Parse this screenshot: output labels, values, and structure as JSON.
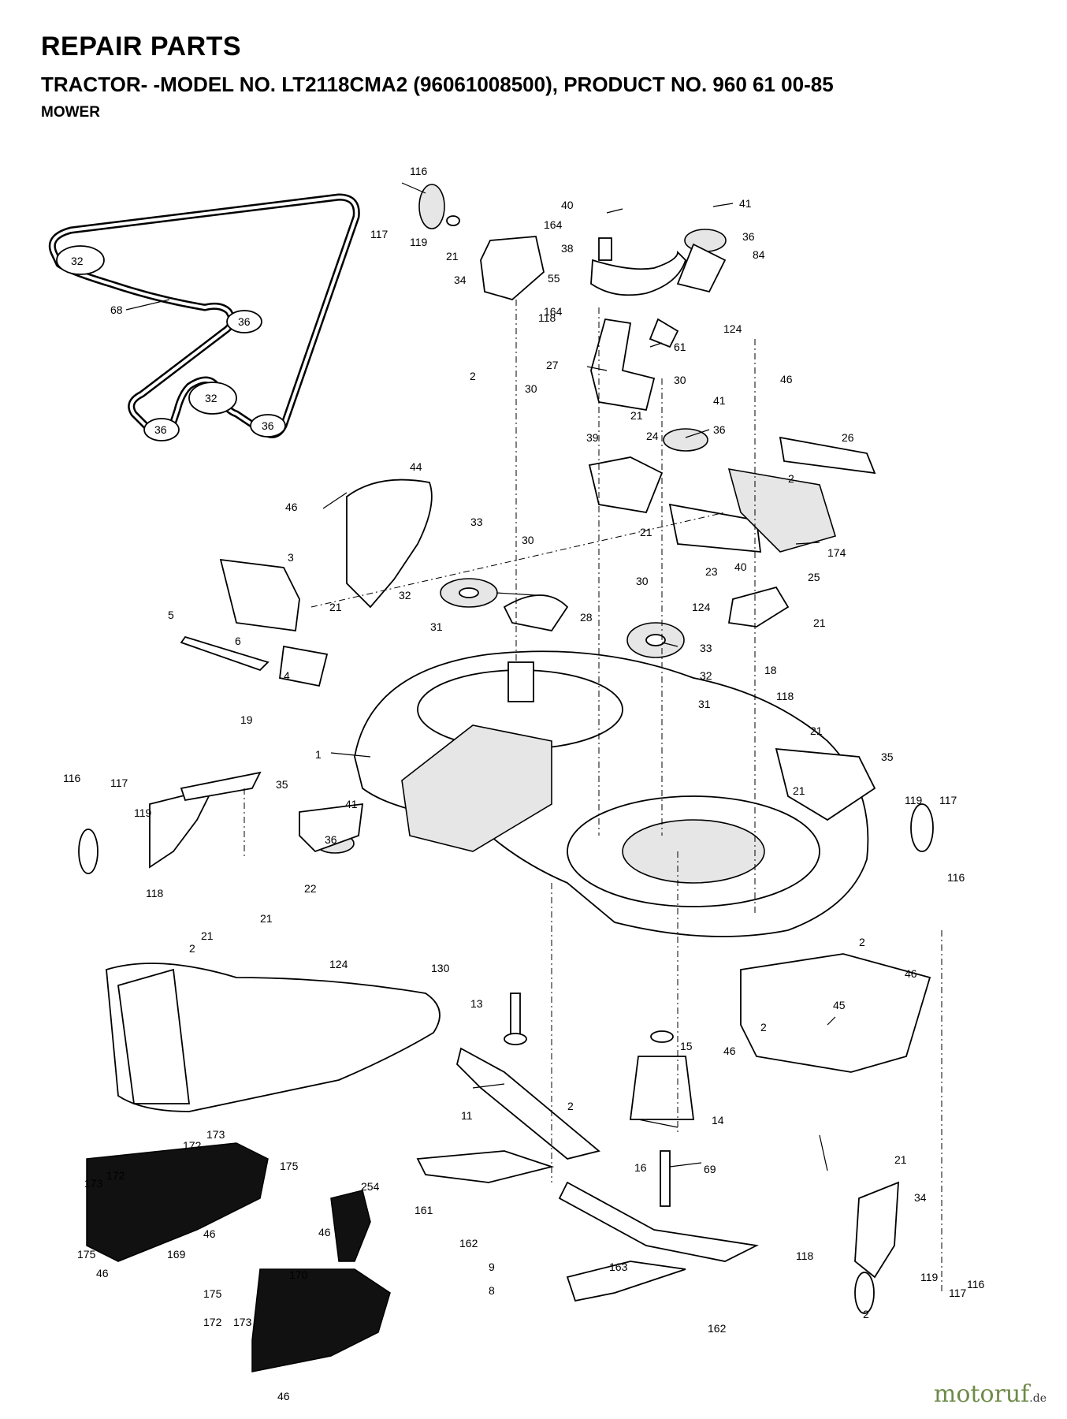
{
  "header": {
    "title": "REPAIR PARTS",
    "subtitle": "TRACTOR- -MODEL NO. LT2118CMA2 (96061008500), PRODUCT NO. 960 61 00-85",
    "section": "MOWER"
  },
  "callouts": [
    "116",
    "117",
    "119",
    "21",
    "34",
    "118",
    "40",
    "164",
    "38",
    "55",
    "164",
    "41",
    "36",
    "84",
    "124",
    "68",
    "32",
    "36",
    "32",
    "36",
    "36",
    "27",
    "61",
    "2",
    "30",
    "30",
    "41",
    "36",
    "21",
    "39",
    "24",
    "46",
    "26",
    "2",
    "174",
    "21",
    "44",
    "46",
    "33",
    "30",
    "30",
    "3",
    "32",
    "28",
    "31",
    "124",
    "23",
    "40",
    "25",
    "21",
    "5",
    "21",
    "6",
    "4",
    "19",
    "33",
    "32",
    "31",
    "18",
    "1",
    "118",
    "21",
    "35",
    "21",
    "35",
    "119",
    "117",
    "116",
    "116",
    "117",
    "119",
    "118",
    "41",
    "36",
    "22",
    "21",
    "2",
    "21",
    "124",
    "130",
    "2",
    "13",
    "15",
    "46",
    "45",
    "2",
    "46",
    "11",
    "2",
    "14",
    "21",
    "69",
    "16",
    "161",
    "162",
    "9",
    "8",
    "163",
    "162",
    "34",
    "118",
    "119",
    "117",
    "116",
    "2",
    "173",
    "172",
    "175",
    "173",
    "172",
    "254",
    "46",
    "46",
    "175",
    "46",
    "169",
    "170",
    "175",
    "172",
    "173",
    "46"
  ],
  "watermark": {
    "brand": "motoruf",
    "tld": ".de"
  }
}
